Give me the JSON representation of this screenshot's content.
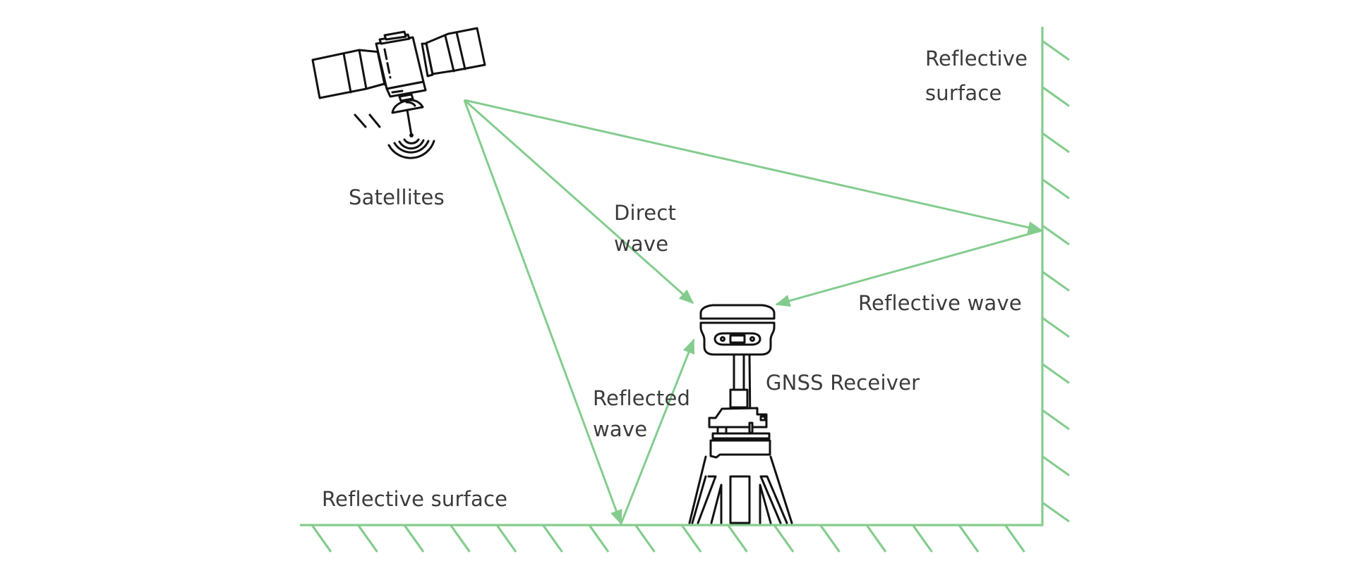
{
  "colors": {
    "accent": "#84CC8E",
    "text": "#3b3b3b",
    "outline": "#111111"
  },
  "labels": {
    "satellites": "Satellites",
    "direct_wave_line1": "Direct",
    "direct_wave_line2": "wave",
    "reflective_wave": "Reflective wave",
    "gnss_receiver": "GNSS Receiver",
    "reflected_wave_line1": "Reflected",
    "reflected_wave_line2": "wave",
    "reflective_surface_ground": "Reflective surface",
    "reflective_surface_wall_line1": "Reflective",
    "reflective_surface_wall_line2": "surface"
  },
  "icons": {
    "satellite": "satellite-icon",
    "receiver": "gnss-receiver-icon"
  },
  "paths": [
    {
      "name": "direct-wave",
      "from": "satellite",
      "to": "receiver",
      "type": "direct"
    },
    {
      "name": "reflected-wave",
      "from": "satellite",
      "via": "ground-surface",
      "to": "receiver",
      "type": "reflected"
    },
    {
      "name": "reflective-wave",
      "from": "satellite",
      "via": "wall-surface",
      "to": "receiver",
      "type": "reflected"
    }
  ]
}
